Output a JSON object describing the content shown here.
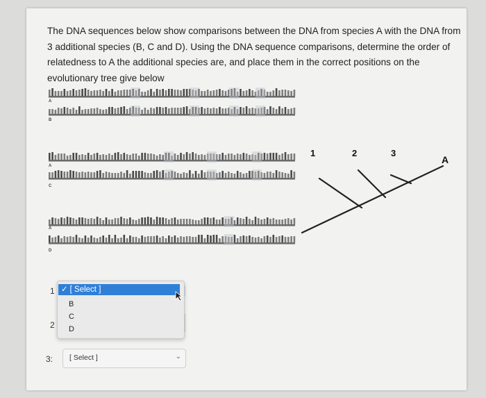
{
  "question": {
    "lines": [
      "The DNA sequences below show comparisons between the DNA from species A with the DNA from",
      "3 additional species (B, C and D).  Using the DNA sequence comparisons, determine the order of",
      "relatedness to A the additional species are, and place them in the correct positions on the",
      "evolutionary tree give below"
    ]
  },
  "comparisons": [
    {
      "top": "A",
      "bottom": "B"
    },
    {
      "top": "A",
      "bottom": "C"
    },
    {
      "top": "A",
      "bottom": "D"
    }
  ],
  "tree": {
    "labels": [
      "1",
      "2",
      "3",
      "A"
    ]
  },
  "dropdown": {
    "row1_number": "1",
    "selected": "[ Select ]",
    "check": "✓",
    "options": [
      "B",
      "C",
      "D"
    ],
    "row2_number": "2",
    "row3_number": "3:",
    "row3_value": "[ Select ]",
    "chevron": "⌄"
  },
  "icons": [
    "check-icon",
    "chevron-down-icon",
    "mouse-cursor-icon",
    "dna-strand-icon"
  ]
}
